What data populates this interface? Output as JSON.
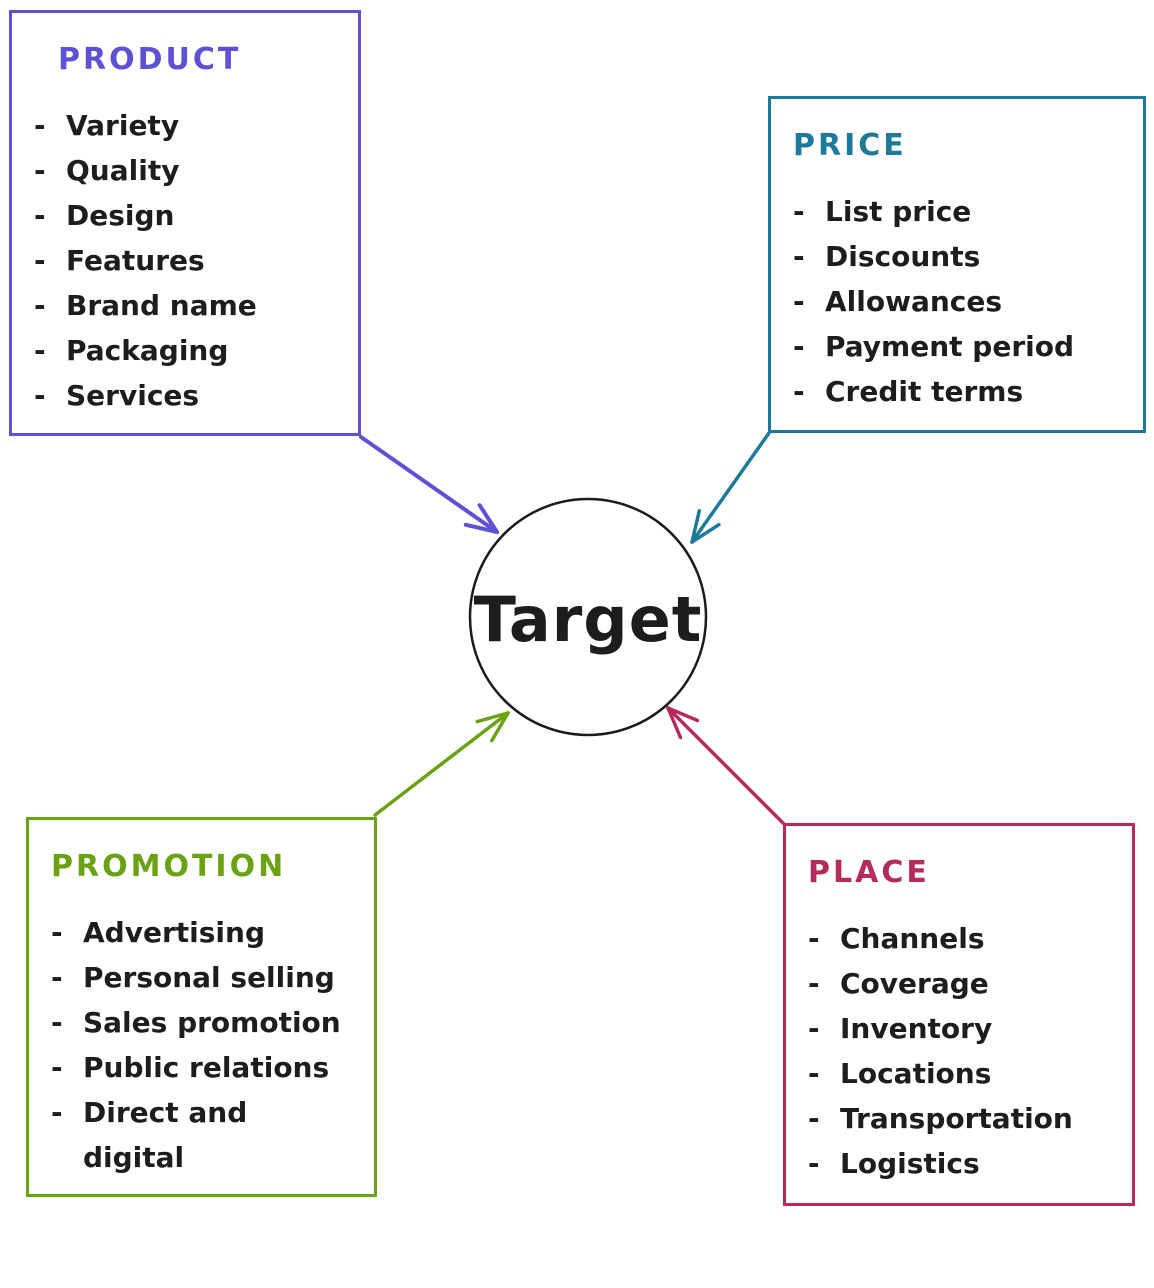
{
  "diagram": {
    "bullet": "-",
    "text_color": "#1d1d1d",
    "center": {
      "label": "Target",
      "circle_color": "#1b1b1b"
    },
    "boxes": [
      {
        "id": "product",
        "title": "PRODUCT",
        "color": "#5f51d4",
        "items": [
          "Variety",
          "Quality",
          "Design",
          "Features",
          "Brand name",
          "Packaging",
          "Services"
        ]
      },
      {
        "id": "price",
        "title": "PRICE",
        "color": "#1c7b9a",
        "items": [
          "List price",
          "Discounts",
          "Allowances",
          "Payment period",
          "Credit terms"
        ]
      },
      {
        "id": "promotion",
        "title": "PROMOTION",
        "color": "#6aa213",
        "items": [
          "Advertising",
          "Personal selling",
          "Sales promotion",
          "Public relations",
          "Direct and\ndigital"
        ]
      },
      {
        "id": "place",
        "title": "PLACE",
        "color": "#b52b5e",
        "items": [
          "Channels",
          "Coverage",
          "Inventory",
          "Locations",
          "Transportation",
          "Logistics"
        ]
      }
    ]
  }
}
